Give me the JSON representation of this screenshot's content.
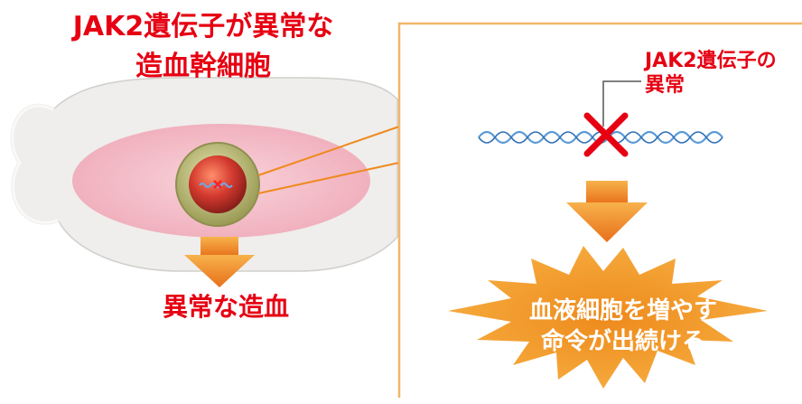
{
  "diagram": {
    "title_line1": "JAK2遺伝子が異常な",
    "title_line2": "造血幹細胞",
    "bottom_label": "異常な造血",
    "mutation_label_line1": "JAK2遺伝子の",
    "mutation_label_line2": "異常",
    "burst_line1": "血液細胞を増やす",
    "burst_line2": "命令が出続ける"
  },
  "colors": {
    "accent_red": "#e60012",
    "orange": "#ef8a1f",
    "dna_blue": "#5b9bd5",
    "bone": "#f2f2f0",
    "marrow": "#f5c3cd"
  }
}
